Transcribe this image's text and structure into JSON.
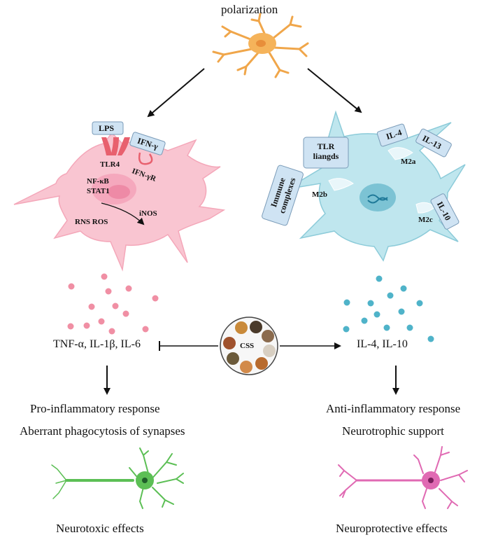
{
  "title": "polarization",
  "m1": {
    "lps": "LPS",
    "ifn_gamma": "IFN-γ",
    "tlr4": "TLR4",
    "ifn_gamma_r": "IFN-γR",
    "nfkb": "NF-κB",
    "stat1": "STAT1",
    "inos": "iNOS",
    "rns_ros": "RNS ROS",
    "cytokines": "TNF-α, IL-1β, IL-6",
    "response": "Pro-inflammatory response",
    "phagocytosis": "Aberrant phagocytosis of synapses",
    "effect": "Neurotoxic effects"
  },
  "m2": {
    "il4": "IL-4",
    "il13": "IL-13",
    "tlr": "TLR liangds",
    "immune": "Immune complexes",
    "il10": "IL-10",
    "m2a": "M2a",
    "m2b": "M2b",
    "m2c": "M2c",
    "cytokines": "IL-4, IL-10",
    "response": "Anti-inflammatory response",
    "support": "Neurotrophic support",
    "effect": "Neuroprotective effects"
  },
  "center": {
    "css": "CSS"
  },
  "colors": {
    "m1_cell": "#f9c5d1",
    "m2_cell": "#bfe6ee",
    "m1_dots": "#f08fa4",
    "m2_dots": "#4fb3c9",
    "resting": "#f5b35a",
    "neuron_green": "#5cbf55",
    "neuron_pink": "#e06ab3",
    "label_box": "#cfe3f3"
  }
}
